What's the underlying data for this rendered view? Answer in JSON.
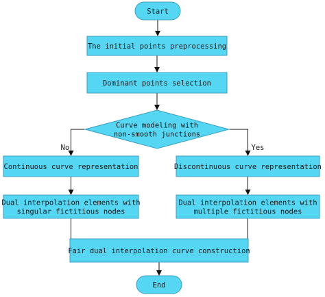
{
  "diagram": {
    "nodes": {
      "start": {
        "shape": "terminal",
        "lines": [
          "Start"
        ]
      },
      "preprocess": {
        "shape": "process",
        "lines": [
          "The initial points preprocessing"
        ]
      },
      "dominant": {
        "shape": "process",
        "lines": [
          "Dominant points selection"
        ]
      },
      "decision": {
        "shape": "decision",
        "lines": [
          "Curve modeling with",
          "non-smooth junctions"
        ]
      },
      "continuous": {
        "shape": "process",
        "lines": [
          "Continuous curve representation"
        ]
      },
      "discontinuous": {
        "shape": "process",
        "lines": [
          "Discontinuous curve representation"
        ]
      },
      "dual_singular": {
        "shape": "process",
        "lines": [
          "Dual interpolation elements with",
          "singular fictitious nodes"
        ]
      },
      "dual_multiple": {
        "shape": "process",
        "lines": [
          "Dual interpolation elements with",
          "multiple fictitious nodes"
        ]
      },
      "fair": {
        "shape": "process",
        "lines": [
          "Fair dual interpolation curve construction"
        ]
      },
      "end": {
        "shape": "terminal",
        "lines": [
          "End"
        ]
      }
    },
    "edges": [
      {
        "from": "start",
        "to": "preprocess",
        "label": ""
      },
      {
        "from": "preprocess",
        "to": "dominant",
        "label": ""
      },
      {
        "from": "dominant",
        "to": "decision",
        "label": ""
      },
      {
        "from": "decision",
        "to": "continuous",
        "label": "No"
      },
      {
        "from": "decision",
        "to": "discontinuous",
        "label": "Yes"
      },
      {
        "from": "continuous",
        "to": "dual_singular",
        "label": ""
      },
      {
        "from": "discontinuous",
        "to": "dual_multiple",
        "label": ""
      },
      {
        "from": "dual_singular",
        "to": "fair",
        "label": ""
      },
      {
        "from": "dual_multiple",
        "to": "fair",
        "label": ""
      },
      {
        "from": "fair",
        "to": "end",
        "label": ""
      }
    ],
    "colors": {
      "fill": "#55d6f3",
      "stroke": "#3a9fc0",
      "line": "#111111",
      "text": "#1a1a1a"
    }
  }
}
